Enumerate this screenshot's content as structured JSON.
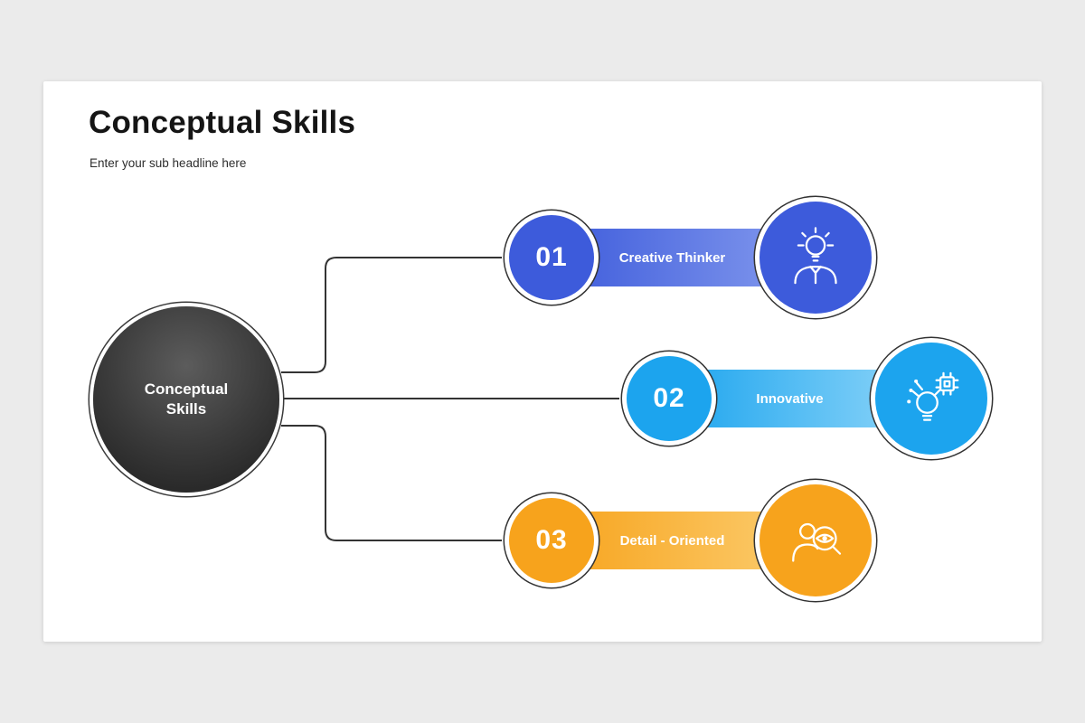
{
  "slide": {
    "title": "Conceptual Skills",
    "subtitle": "Enter your sub headline here",
    "background": "#ffffff",
    "page_background": "#ebebeb"
  },
  "center_node": {
    "label": "Conceptual Skills",
    "line1": "Conceptual",
    "line2": "Skills",
    "fill_dark": "#1d1d1d",
    "fill_light": "#5c5c5c"
  },
  "connector_color": "#333333",
  "items": [
    {
      "number": "01",
      "label": "Creative Thinker",
      "color": "#3D5BDB",
      "color_light": "#7D94EC",
      "icon": "creative-thinker-icon"
    },
    {
      "number": "02",
      "label": "Innovative",
      "color": "#1CA4EE",
      "color_light": "#84D1F8",
      "icon": "innovative-icon"
    },
    {
      "number": "03",
      "label": "Detail - Oriented",
      "color": "#F7A31C",
      "color_light": "#FBC968",
      "icon": "detail-oriented-icon"
    }
  ]
}
